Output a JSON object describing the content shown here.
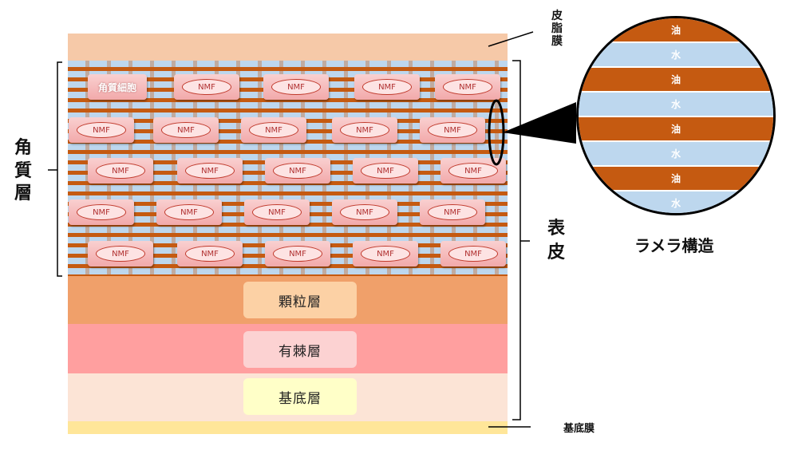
{
  "labels": {
    "sebum_membrane": [
      "皮",
      "脂",
      "膜"
    ],
    "stratum_corneum": [
      "角",
      "質",
      "層"
    ],
    "epidermis": [
      "表",
      "皮"
    ],
    "basement_membrane": "基底膜",
    "lamellar_structure": "ラメラ構造",
    "corneocyte": "角質細胞",
    "nmf": "NMF",
    "granular_layer": "顆粒層",
    "spinous_layer": "有棘層",
    "basal_layer": "基底層"
  },
  "lamella_stripes": [
    "油",
    "水",
    "油",
    "水",
    "油",
    "水",
    "油",
    "水"
  ],
  "colors": {
    "sebum": "#f6c9a8",
    "lipid": "#c55a11",
    "water": "#bdd7ee",
    "granular": "#f0a06a",
    "spinous": "#ff9f9f",
    "basal": "#fce4d6",
    "basement": "#ffe699",
    "cell": "#f4b6b6"
  }
}
